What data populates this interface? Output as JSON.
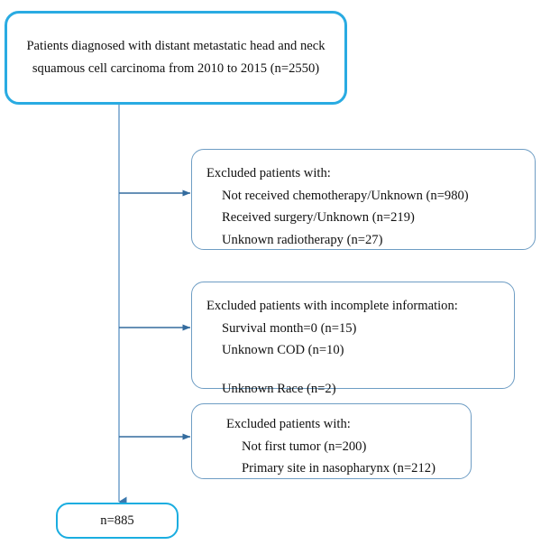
{
  "diagram": {
    "title": "Patient selection flowchart",
    "colors": {
      "primary_border": "#29abe2",
      "excluded_border": "#6e9dc4",
      "final_border": "#1aade0",
      "connector": "#336b9e",
      "trunk": "#7aa7cf",
      "text": "#111111",
      "background": "#ffffff"
    },
    "source_node": {
      "lines": [
        "Patients diagnosed with distant metastatic head and neck",
        "squamous cell carcinoma from 2010 to 2015 (n=2550)"
      ]
    },
    "excluded_nodes": [
      {
        "header": "Excluded patients with:",
        "items": [
          "Not received chemotherapy/Unknown (n=980)",
          "Received surgery/Unknown (n=219)",
          "Unknown radiotherapy (n=27)"
        ]
      },
      {
        "header": "Excluded patients with incomplete information:",
        "items": [
          "Survival month=0 (n=15)",
          "Unknown COD (n=10)",
          "Unknown Race  (n=2)"
        ]
      },
      {
        "header": "Excluded patients with:",
        "items": [
          "Not first tumor (n=200)",
          "Primary site in nasopharynx (n=212)"
        ]
      }
    ],
    "final_node": {
      "label": "n=885"
    }
  }
}
